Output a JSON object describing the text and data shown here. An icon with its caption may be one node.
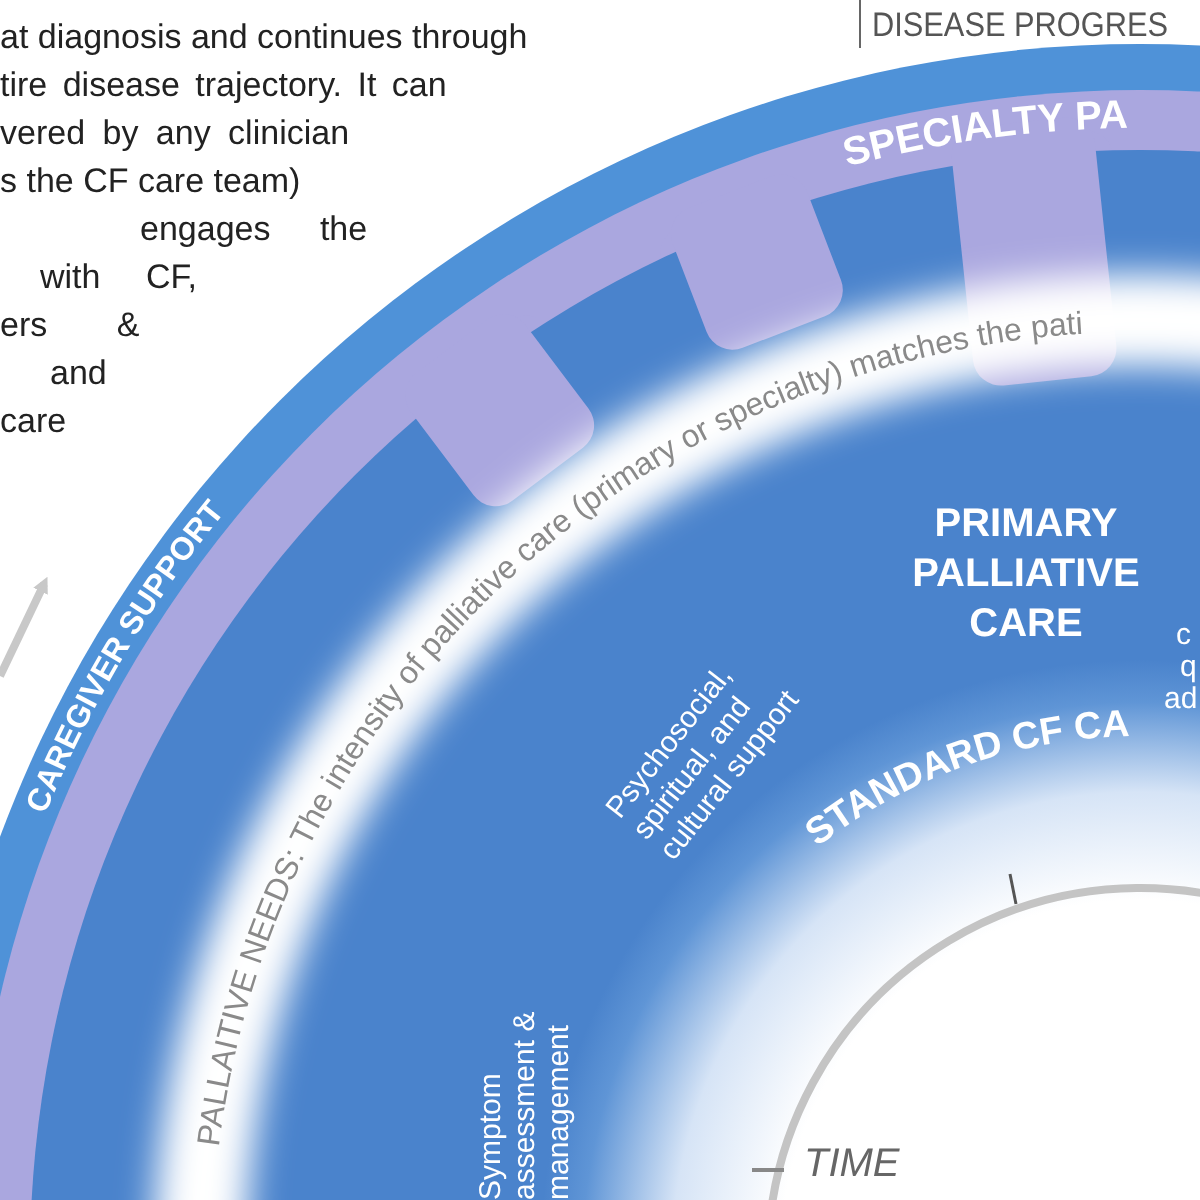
{
  "diagram": {
    "labels": [
      "at diagnosis and continues through",
      "tire disease trajectory. It can",
      "vered by any clinician",
      "s the CF care team)",
      "engages the",
      "with CF,",
      "ers &",
      "and",
      "care",
      "DISEASE PROGRES",
      "SPECIALTY PA",
      "CAREGIVER SUPPORT",
      "PALLAITIVE NEEDS: The intensity of palliative care (primary or specialty) matches the pati",
      "PRIMARY PALLIATIVE CARE",
      "c",
      "q",
      "ad",
      "Psychosocial, spiritual, and cultural support",
      "STANDARD CF CA",
      "Symptom assessment & management",
      "TIME"
    ]
  }
}
